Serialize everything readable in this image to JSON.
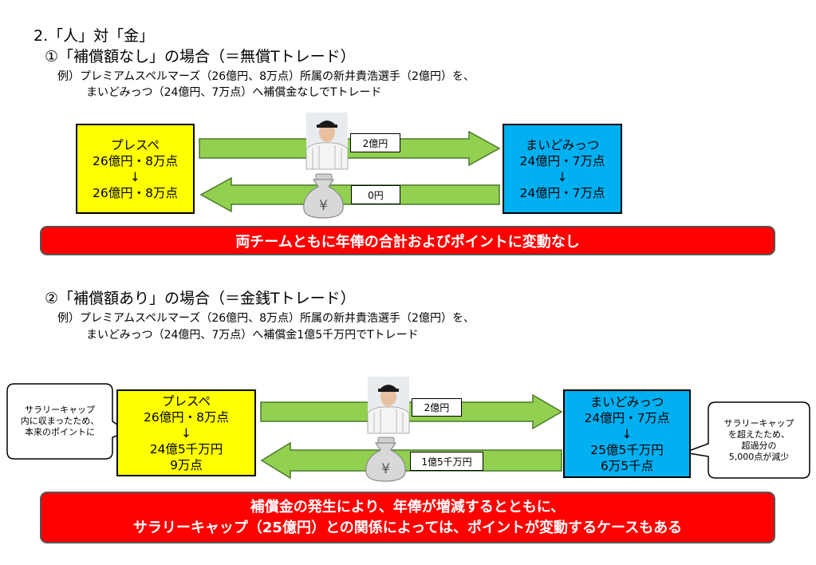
{
  "heading": "2.「人」対「金」",
  "section1": {
    "title": "①「補償額なし」の場合（＝無償Tトレード）",
    "example_line1": "例）プレミアムスペルマーズ（26億円、8万点）所属の新井貴浩選手（2億円）を、",
    "example_line2": "まいどみっつ（24億円、7万点）へ補償金なしでTトレード",
    "left_team": {
      "name": "プレスペ",
      "before": "26億円・8万点",
      "arrow": "↓",
      "after": "26億円・8万点"
    },
    "right_team": {
      "name": "まいどみっつ",
      "before": "24億円・7万点",
      "arrow": "↓",
      "after": "24億円・7万点"
    },
    "top_arrow_label": "2億円",
    "bottom_arrow_label": "0円",
    "banner": "両チームともに年俸の合計およびポイントに変動なし"
  },
  "section2": {
    "title": "②「補償額あり」の場合（＝金銭Tトレード）",
    "example_line1": "例）プレミアムスペルマーズ（26億円、8万点）所属の新井貴浩選手（2億円）を、",
    "example_line2": "まいどみっつ（24億円、7万点）へ補償金1億5千万円でTトレード",
    "left_team": {
      "name": "プレスペ",
      "before": "26億円・8万点",
      "arrow": "↓",
      "after1": "24億5千万円",
      "after2": "9万点"
    },
    "right_team": {
      "name": "まいどみっつ",
      "before": "24億円・7万点",
      "arrow": "↓",
      "after1": "25億5千万円",
      "after2": "6万5千点"
    },
    "top_arrow_label": "2億円",
    "bottom_arrow_label": "1億5千万円",
    "left_callout": [
      "サラリーキャップ",
      "内に収まったため、",
      "本来のポイントに"
    ],
    "right_callout": [
      "サラリーキャップ",
      "を超えたため、",
      "超過分の",
      "5,000点が減少"
    ],
    "banner_line1": "補償金の発生により、年俸が増減するとともに、",
    "banner_line2": "サラリーキャップ（25億円）との関係によっては、ポイントが変動するケースもある"
  },
  "icons": {
    "money_bag": "money-bag-icon",
    "player": "player-photo"
  },
  "colors": {
    "yellow": "#ffff00",
    "blue": "#00b0f0",
    "arrow_green": "#92d050",
    "banner_red": "#ff0000"
  }
}
